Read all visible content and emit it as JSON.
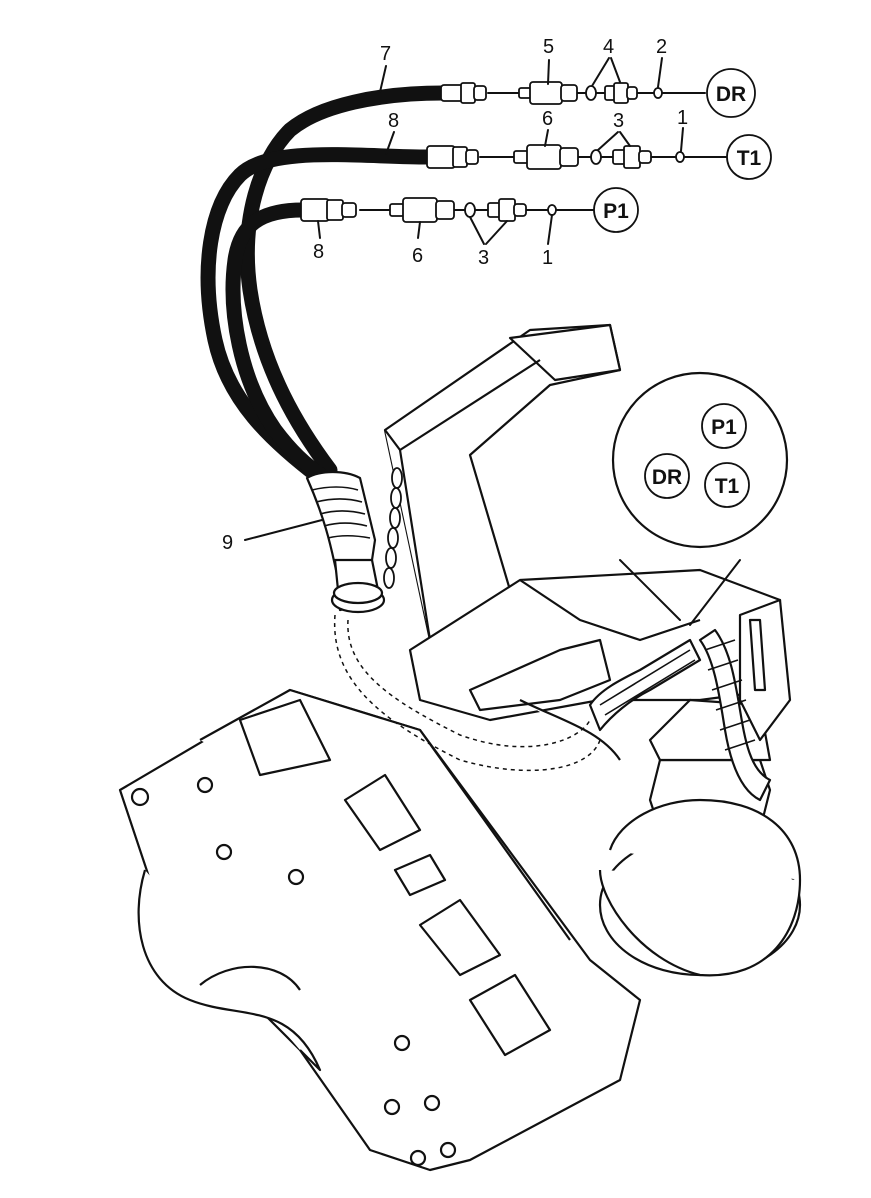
{
  "parts": {
    "p1": "1",
    "p2": "2",
    "p3": "3",
    "p4": "4",
    "p5": "5",
    "p6": "6",
    "p7": "7",
    "p8": "8",
    "p9": "9"
  },
  "ports": {
    "dr": "DR",
    "t1": "T1",
    "p1": "P1"
  }
}
